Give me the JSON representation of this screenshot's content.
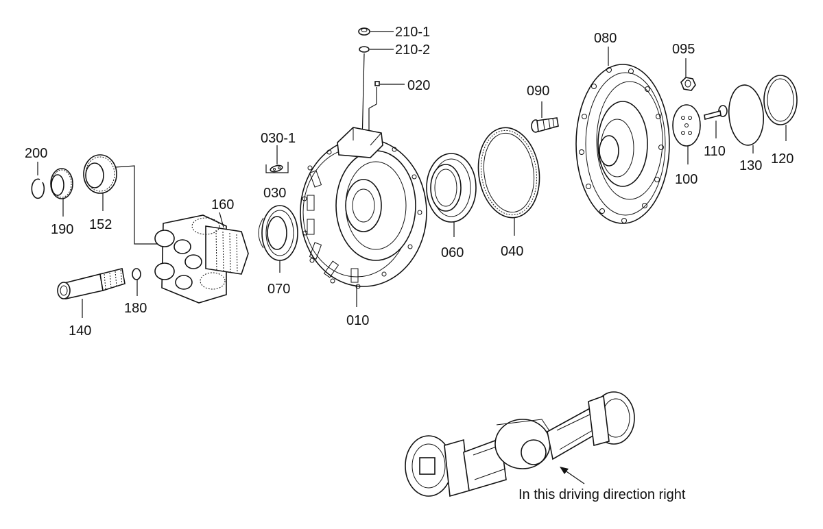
{
  "labels": {
    "p210_1": "210-1",
    "p210_2": "210-2",
    "p020": "020",
    "p080": "080",
    "p095": "095",
    "p090": "090",
    "p030_1": "030-1",
    "p030": "030",
    "p200": "200",
    "p190": "190",
    "p152": "152",
    "p160": "160",
    "p070": "070",
    "p060": "060",
    "p040": "040",
    "p110": "110",
    "p100": "100",
    "p130": "130",
    "p120": "120",
    "p140": "140",
    "p180": "180",
    "p010": "010"
  },
  "caption": "In this driving direction right"
}
